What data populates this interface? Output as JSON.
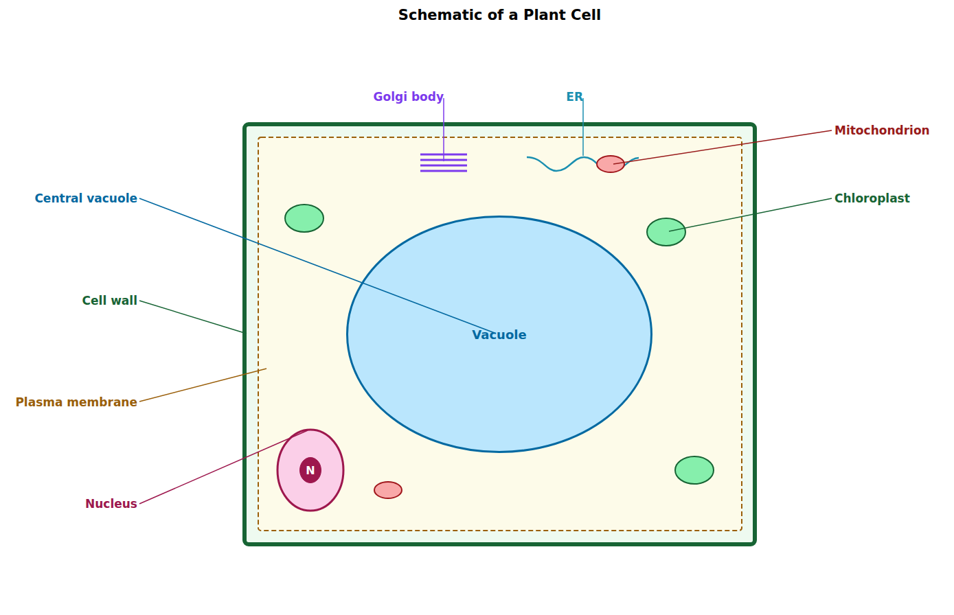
{
  "diagram": {
    "title": "Schematic of a Plant Cell",
    "nodes": [
      {
        "text": [
          "Vacuole"
        ]
      },
      {
        "text": [
          "N"
        ]
      }
    ],
    "labels": [
      "Golgi body",
      "ER",
      "Mitochondrion",
      "Central vacuole",
      "Chloroplast",
      "Cell wall",
      "Plasma membrane",
      "Nucleus"
    ]
  }
}
